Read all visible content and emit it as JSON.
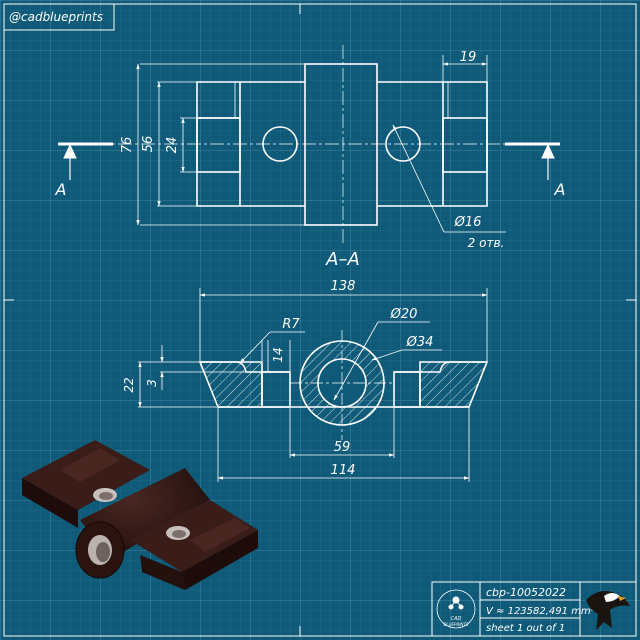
{
  "watermark": "@cadblueprints",
  "views": {
    "section_label": "A–A",
    "cut_marks": {
      "left": "A",
      "right": "A"
    }
  },
  "dims_top": {
    "overall_height": "76",
    "inner_height": "56",
    "slot_height": "24",
    "ear_width": "19",
    "hole_dia": "Ø16",
    "hole_qty": "2 отв."
  },
  "dims_bottom": {
    "overall_length": "138",
    "fillet": "R7",
    "bore_dia": "Ø20",
    "boss_dia": "Ø34",
    "total_height": "22",
    "flange_thk": "3",
    "depth": "14",
    "inner_width": "59",
    "base_width": "114"
  },
  "title_block": {
    "drawing_no": "cbp-10052022",
    "volume": "V ≈ 123582,491 mm³",
    "sheet": "sheet 1 out of 1",
    "logo_text": [
      "CAD",
      "BLUEPRINTS"
    ]
  },
  "colors": {
    "background": "#0f5a78",
    "grid": "#3b7f9b",
    "line": "#ffffff",
    "part_body": "#2a1512"
  }
}
